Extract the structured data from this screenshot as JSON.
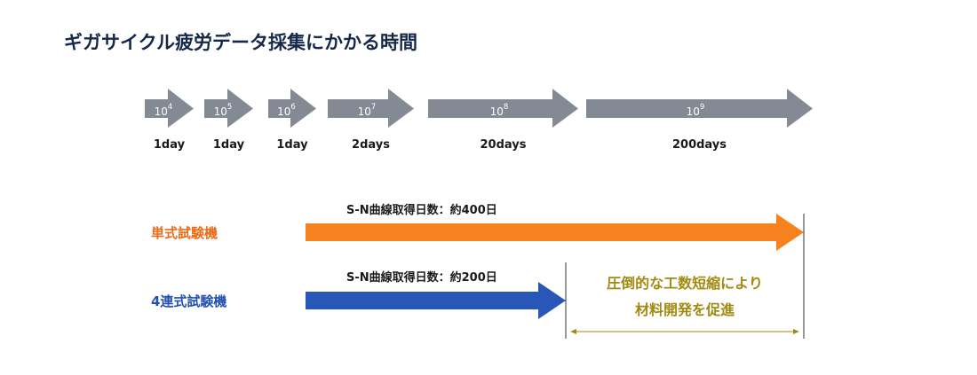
{
  "title": "ギガサイクル疲労データ採集にかかる時間",
  "colors": {
    "title": "#15284a",
    "cycle_arrow": "#838a94",
    "single_accent": "#ec6b16",
    "single_arrow": "#f6821f",
    "multi_accent": "#2451b0",
    "multi_arrow": "#2857b8",
    "benefit": "#a28a12",
    "divider": "#333333"
  },
  "cycles": [
    {
      "base": "10",
      "exp": "4",
      "duration": "1day"
    },
    {
      "base": "10",
      "exp": "5",
      "duration": "1day"
    },
    {
      "base": "10",
      "exp": "6",
      "duration": "1day"
    },
    {
      "base": "10",
      "exp": "7",
      "duration": "2days"
    },
    {
      "base": "10",
      "exp": "8",
      "duration": "20days"
    },
    {
      "base": "10",
      "exp": "9",
      "duration": "200days"
    }
  ],
  "single": {
    "label": "単式試験機",
    "sn_label": "S-N曲線取得日数：約400日"
  },
  "multi": {
    "label": "4連式試験機",
    "sn_label": "S-N曲線取得日数：約200日"
  },
  "benefit": {
    "line1": "圧倒的な工数短縮により",
    "line2": "材料開発を促進"
  }
}
